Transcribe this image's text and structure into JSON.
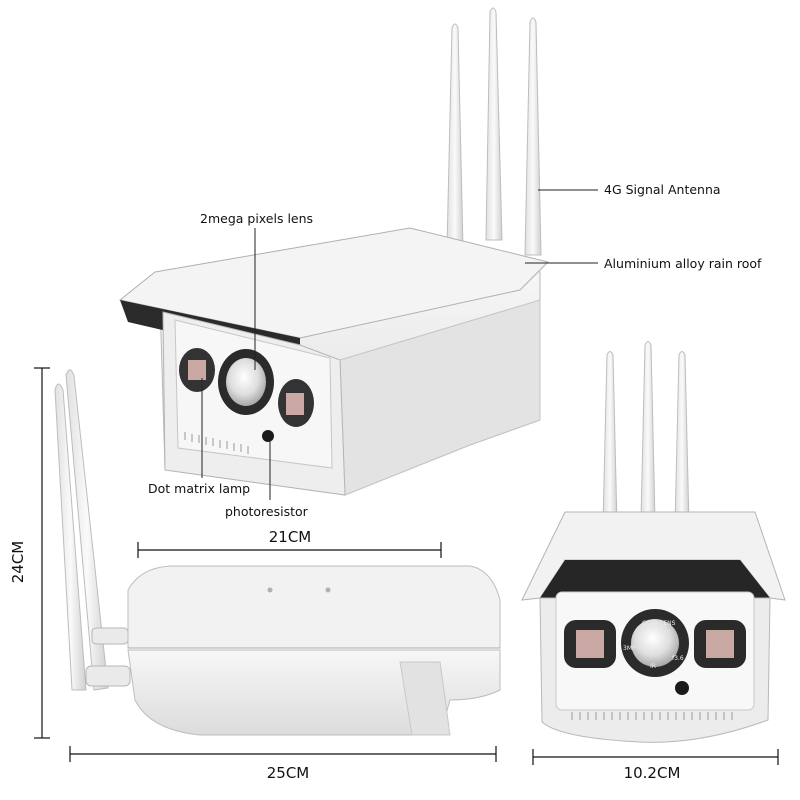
{
  "callouts": {
    "antenna": "4G Signal Antenna",
    "rain_roof": "Aluminium alloy rain roof",
    "lens": "2mega pixels lens",
    "lamp": "Dot matrix lamp",
    "photoresistor": "photoresistor"
  },
  "dimensions": {
    "height": "24CM",
    "body_length": "21CM",
    "total_length": "25CM",
    "front_width": "10.2CM"
  },
  "lens_text": {
    "top": "CCTV",
    "right": "LENS",
    "left": "3MP",
    "bottom": "IR",
    "spec": "f3.6"
  },
  "colors": {
    "body": "#f1f1f1",
    "shadow": "#d6d6d6",
    "dark": "#1c1c1c",
    "lamp": "#c9a7a3"
  }
}
